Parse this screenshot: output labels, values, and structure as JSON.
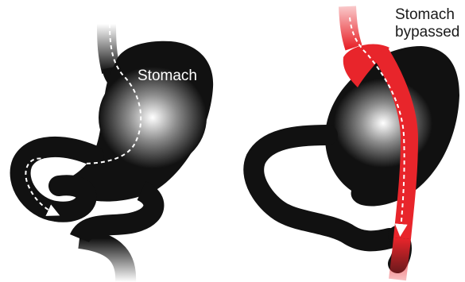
{
  "labels": {
    "stomach": "Stomach",
    "bypass_line1": "Stomach",
    "bypass_line2": "bypassed"
  },
  "colors": {
    "organ": "#111111",
    "stomach_glow": "#ffffff",
    "bypass_path": "#e8252b",
    "food_flow_arrow": "#ffffff"
  }
}
